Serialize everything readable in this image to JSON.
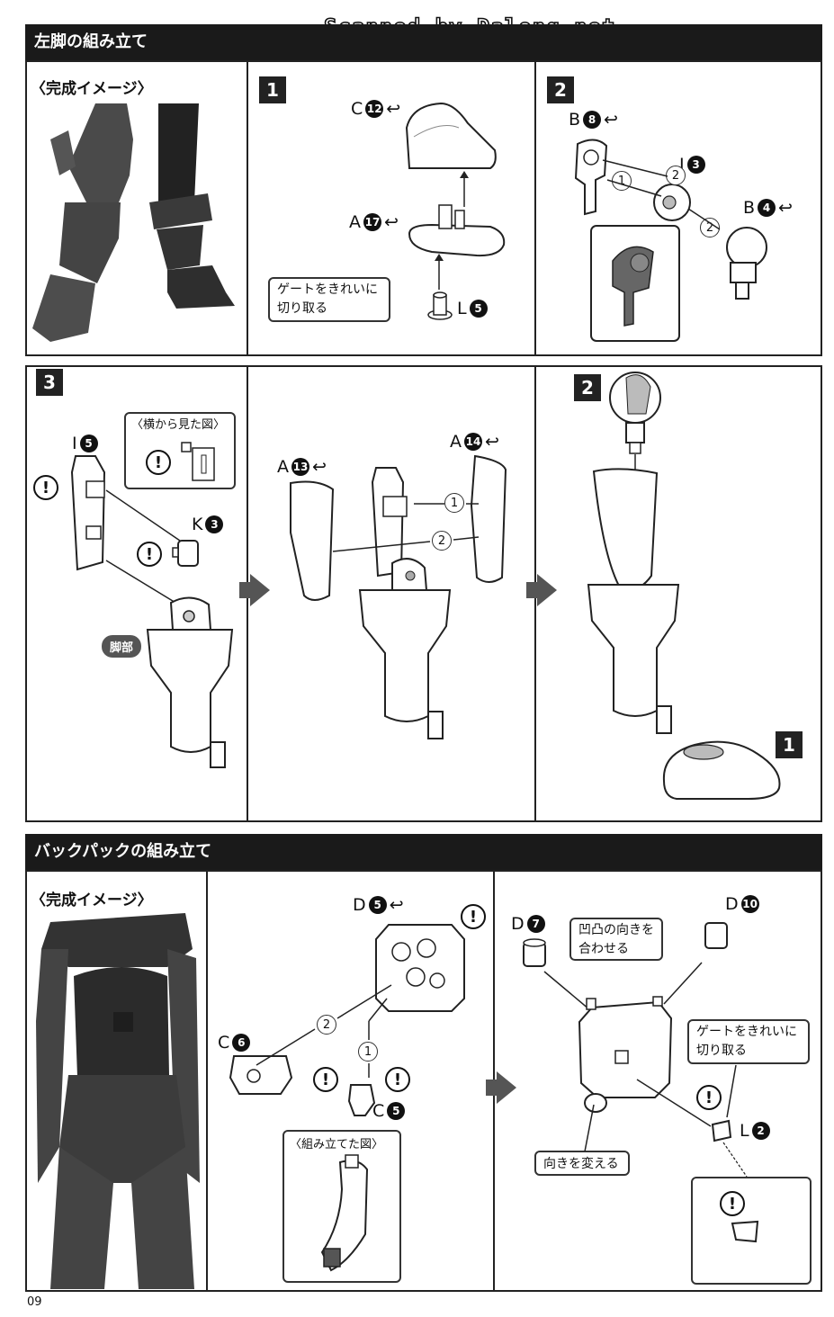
{
  "watermark": "Scanned by Dalong.net",
  "page_number": "09",
  "section_leg": {
    "title": "左脚の組み立て",
    "complete_image_label": "〈完成イメージ〉",
    "step1": {
      "number": "1",
      "part_c": "C",
      "part_c_num": "12",
      "part_a": "A",
      "part_a_num": "17",
      "part_l": "L",
      "part_l_num": "5",
      "gate_note_line1": "ゲートをきれいに",
      "gate_note_line2": "切り取る"
    },
    "step2": {
      "number": "2",
      "part_b_top": "B",
      "part_b_top_num": "8",
      "part_i": "I",
      "part_i_num": "3",
      "part_b_right": "B",
      "part_b_right_num": "4",
      "seq1": "1",
      "seq2a": "2",
      "seq2b": "2"
    },
    "step3": {
      "number": "3",
      "part_i": "I",
      "part_i_num": "5",
      "side_view_label": "〈横から見た図〉",
      "part_k": "K",
      "part_k_num": "3",
      "leg_tag": "脚部",
      "part_a_left": "A",
      "part_a_left_num": "13",
      "part_a_right": "A",
      "part_a_right_num": "14",
      "seq1": "1",
      "seq2": "2",
      "ref_step2": "2",
      "ref_step1": "1"
    }
  },
  "section_backpack": {
    "title": "バックパックの組み立て",
    "complete_image_label": "〈完成イメージ〉",
    "part_d_top": "D",
    "part_d_top_num": "5",
    "part_c_left": "C",
    "part_c_left_num": "6",
    "part_c_bottom": "C",
    "part_c_bottom_num": "5",
    "seq1": "1",
    "seq2": "2",
    "assembled_view_label": "〈組み立てた図〉",
    "part_d7": "D",
    "part_d7_num": "7",
    "part_d10": "D",
    "part_d10_num": "10",
    "align_note_line1": "凹凸の向きを",
    "align_note_line2": "合わせる",
    "gate_note_line1": "ゲートをきれいに",
    "gate_note_line2": "切り取る",
    "part_l": "L",
    "part_l_num": "2",
    "orient_note": "向きを変える"
  },
  "icons": {
    "exclamation": "exclamation-icon",
    "nub_cut": "nub-cut-icon",
    "arrow": "arrow-right-icon"
  },
  "colors": {
    "header_bg": "#1a1a1a",
    "figure_dark": "#3a3a3a",
    "arrow_gray": "#555555"
  }
}
